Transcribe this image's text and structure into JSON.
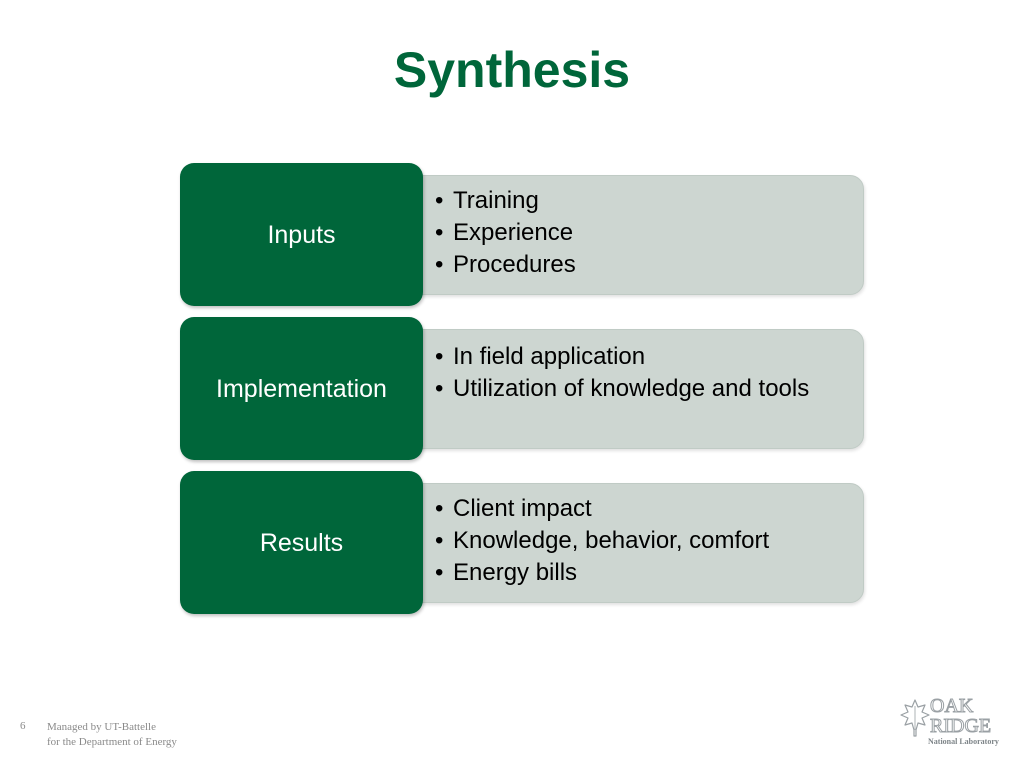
{
  "slide": {
    "title": "Synthesis",
    "rows": [
      {
        "label": "Inputs",
        "bullets": [
          "Training",
          "Experience",
          "Procedures"
        ]
      },
      {
        "label": "Implementation",
        "bullets": [
          "In field application",
          "Utilization of knowledge and tools"
        ]
      },
      {
        "label": "Results",
        "bullets": [
          "Client impact",
          "Knowledge, behavior, comfort",
          "Energy bills"
        ]
      }
    ],
    "bullet_char": "•"
  },
  "footer": {
    "page_number": "6",
    "line1": "Managed by UT-Battelle",
    "line2": "for the Department of Energy"
  },
  "logo": {
    "word1": "OAK",
    "word2": "RIDGE",
    "subtitle": "National Laboratory",
    "icon": "leaf-icon"
  },
  "colors": {
    "accent_green": "#00663a",
    "panel_gray": "#cdd6d1",
    "footer_gray": "#8a8a8a"
  }
}
